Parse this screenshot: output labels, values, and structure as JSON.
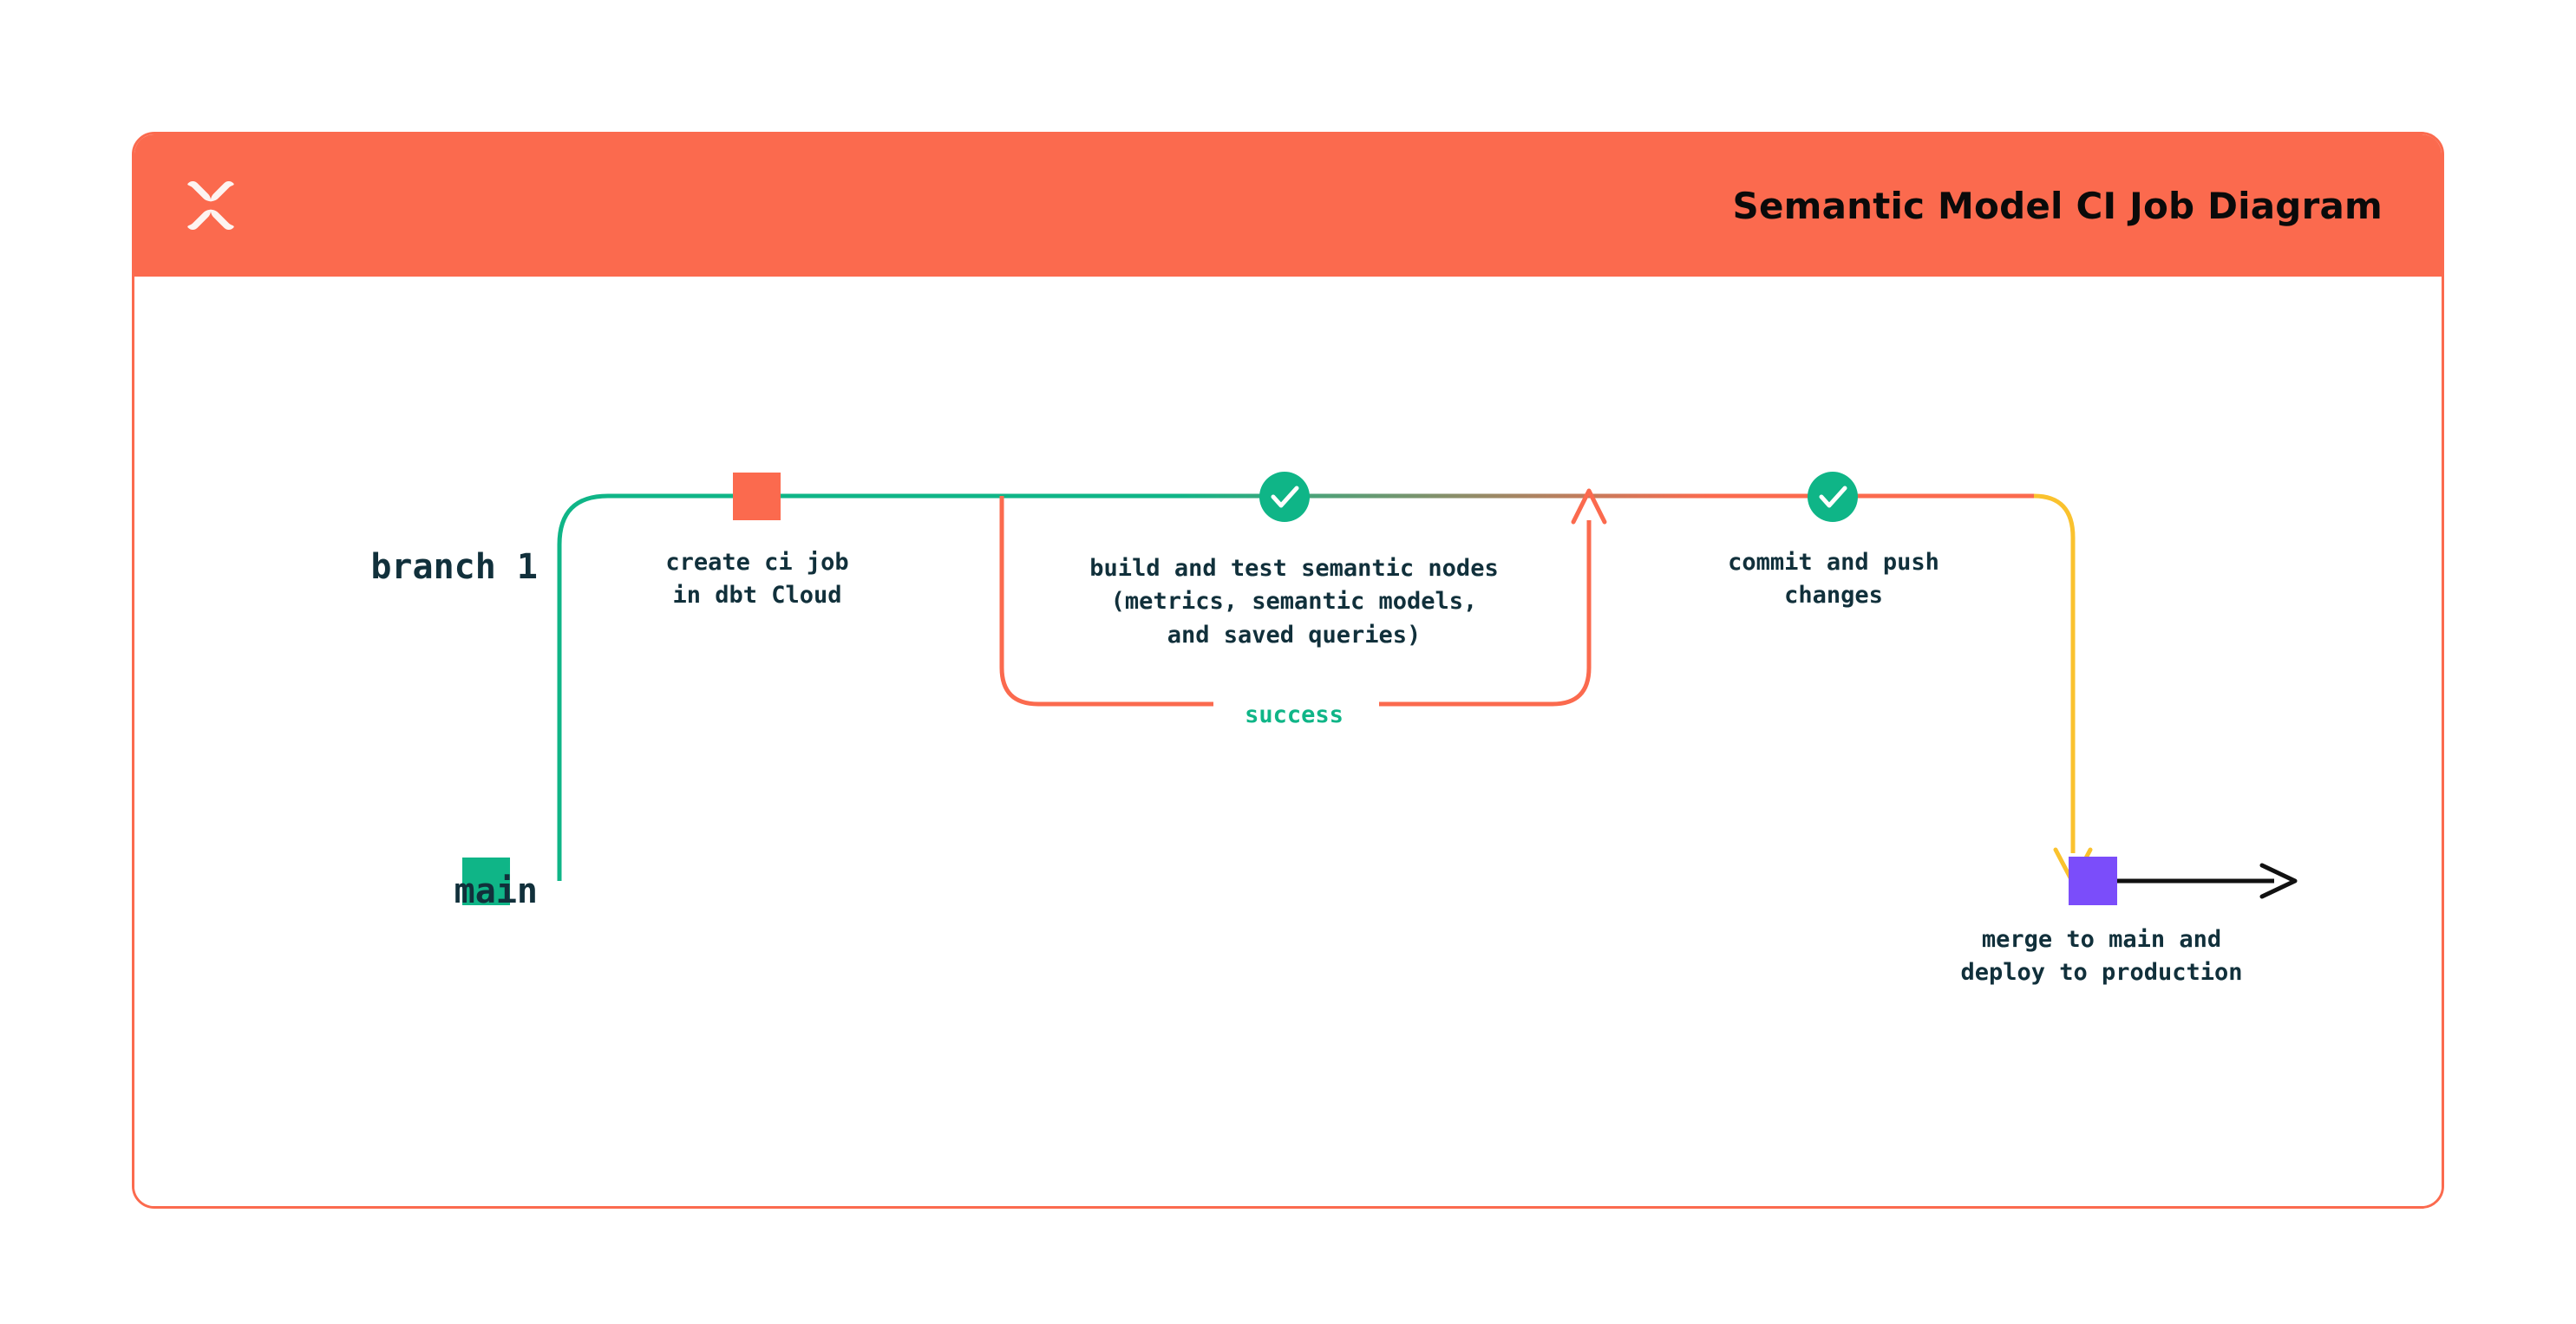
{
  "card": {
    "title": "Semantic Model CI Job Diagram",
    "logo_icon": "dbt-logo-icon",
    "border_color": "#fb6a4e",
    "header_color": "#fb6a4e",
    "body_color": "#ffffff"
  },
  "colors": {
    "orange": "#fb6a4e",
    "green": "#0fb587",
    "yellow": "#fac22e",
    "purple": "#7b4dfa",
    "ink": "#11303b",
    "black": "#111111"
  },
  "lanes": [
    {
      "id": "branch-1",
      "label": "branch 1",
      "color": "#fb6a4e"
    },
    {
      "id": "main",
      "label": "main",
      "color": "#0fb587"
    }
  ],
  "nodes": [
    {
      "id": "main-start",
      "shape": "square",
      "color": "#0fb587",
      "lane": "main",
      "label": ""
    },
    {
      "id": "create-ci-job",
      "shape": "square",
      "color": "#fb6a4e",
      "lane": "branch-1",
      "label": "create ci job\nin dbt Cloud"
    },
    {
      "id": "build-and-test",
      "shape": "check-circle",
      "color": "#0fb587",
      "lane": "branch-1",
      "label": "build and test semantic nodes\n(metrics, semantic models,\nand saved queries)",
      "icon": "check-icon"
    },
    {
      "id": "commit-and-push",
      "shape": "check-circle",
      "color": "#0fb587",
      "lane": "branch-1",
      "label": "commit and push\nchanges",
      "icon": "check-icon"
    },
    {
      "id": "merge-to-main",
      "shape": "square",
      "color": "#7b4dfa",
      "lane": "main",
      "label": "merge to main and\ndeploy to production"
    }
  ],
  "edges": [
    {
      "id": "branch-out",
      "from": "main",
      "to": "branch-1",
      "color_from": "#0fb587",
      "color_to": "#fb6a4e",
      "arrow": false
    },
    {
      "id": "retry-loop",
      "from": "build-and-test",
      "to": "build-and-test",
      "label": "success",
      "label_color": "#0fb587",
      "color": "#fb6a4e",
      "arrow": true
    },
    {
      "id": "push-to-main",
      "from": "commit-and-push",
      "to": "merge-to-main",
      "color": "#fac22e",
      "arrow": true
    },
    {
      "id": "main-continue",
      "from": "merge-to-main",
      "to": "end",
      "color": "#111111",
      "arrow": true
    }
  ],
  "labels": {
    "success": "success"
  }
}
